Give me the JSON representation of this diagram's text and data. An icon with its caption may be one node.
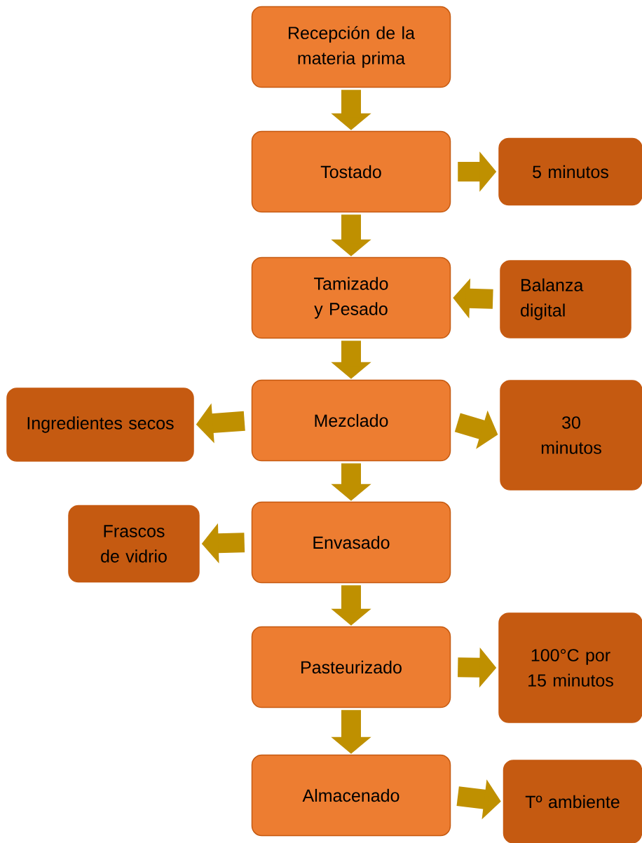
{
  "diagram": {
    "nodes": [
      {
        "text": [
          "Recepción de la materia prima"
        ]
      },
      {
        "text": [
          "Tostado"
        ]
      },
      {
        "text": [
          "5 minutos"
        ]
      },
      {
        "text": [
          "Tamizado y Pesado"
        ]
      },
      {
        "text": [
          "Balanza digital"
        ]
      },
      {
        "text": [
          "Ingredientes secos"
        ]
      },
      {
        "text": [
          "Mezclado"
        ]
      },
      {
        "text": [
          "30 minutos"
        ]
      },
      {
        "text": [
          "Frascos de vidrio"
        ]
      },
      {
        "text": [
          "Envasado"
        ]
      },
      {
        "text": [
          "Pasteurizado"
        ]
      },
      {
        "text": [
          "100°C por 15 minutos"
        ]
      },
      {
        "text": [
          "Almacenado"
        ]
      },
      {
        "text": [
          "Tº ambiente"
        ]
      }
    ],
    "edges": [
      {
        "from": 0,
        "to": 1,
        "arrow": "to"
      },
      {
        "from": 1,
        "to": 2,
        "arrow": "to"
      },
      {
        "from": 1,
        "to": 3,
        "arrow": "to"
      },
      {
        "from": 4,
        "to": 3,
        "arrow": "to"
      },
      {
        "from": 3,
        "to": 6,
        "arrow": "to"
      },
      {
        "from": 6,
        "to": 5,
        "arrow": "to"
      },
      {
        "from": 6,
        "to": 7,
        "arrow": "to"
      },
      {
        "from": 6,
        "to": 9,
        "arrow": "to"
      },
      {
        "from": 9,
        "to": 8,
        "arrow": "to"
      },
      {
        "from": 9,
        "to": 10,
        "arrow": "to"
      },
      {
        "from": 10,
        "to": 11,
        "arrow": "to"
      },
      {
        "from": 10,
        "to": 12,
        "arrow": "to"
      },
      {
        "from": 12,
        "to": 13,
        "arrow": "to"
      }
    ]
  }
}
